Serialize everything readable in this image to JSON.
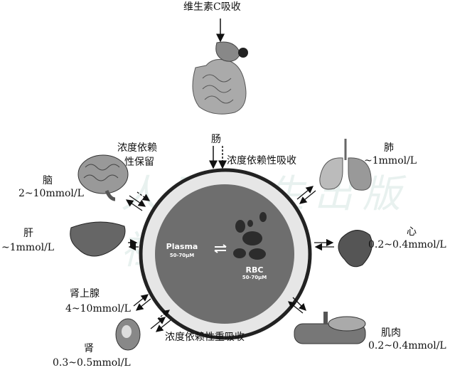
{
  "watermark": "人民卫生出版社",
  "source": "维生素C吸收",
  "intestine": {
    "label": "肠",
    "note": "浓度依赖性吸收"
  },
  "brain": {
    "label": "脑",
    "conc": "2~10mmol/L",
    "note_line1": "浓度依赖",
    "note_line2": "性保留"
  },
  "lung": {
    "label": "肺",
    "conc": "~1mmol/L"
  },
  "liver": {
    "label": "肝",
    "conc": "~1mmol/L"
  },
  "heart": {
    "label": "心",
    "conc": "0.2~0.4mmol/L"
  },
  "adrenal": {
    "label": "肾上腺",
    "conc": "4~10mmol/L"
  },
  "kidney": {
    "label": "肾",
    "conc": "0.3~0.5mmol/L",
    "note": "浓度依赖性重吸收"
  },
  "muscle": {
    "label": "肌肉",
    "conc": "0.2~0.4mmol/L"
  },
  "blood": {
    "plasma_label": "Plasma",
    "plasma_conc": "50-70μM",
    "rbc_label": "RBC",
    "rbc_conc": "50-70μM"
  }
}
